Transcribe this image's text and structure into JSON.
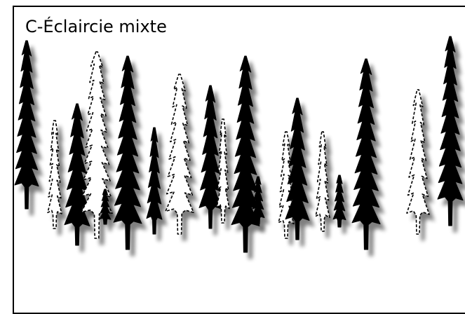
{
  "title": "C-Éclaircie mixte",
  "colors": {
    "kept_tree_fill": "#000000",
    "removed_tree_fill": "#ffffff",
    "removed_tree_stroke": "#000000",
    "shadow": "#9a9a9a"
  },
  "legend_semantics": {
    "solid_tree": "kept",
    "dashed_outline_tree": "removed"
  },
  "trees": [
    {
      "style": "solid"
    },
    {
      "style": "dashed"
    },
    {
      "style": "solid"
    },
    {
      "style": "dashed"
    },
    {
      "style": "solid"
    },
    {
      "style": "solid"
    },
    {
      "style": "solid"
    },
    {
      "style": "dashed"
    },
    {
      "style": "solid"
    },
    {
      "style": "dashed"
    },
    {
      "style": "solid"
    },
    {
      "style": "solid"
    },
    {
      "style": "dashed"
    },
    {
      "style": "solid"
    },
    {
      "style": "dashed"
    },
    {
      "style": "solid"
    },
    {
      "style": "solid"
    },
    {
      "style": "dashed"
    },
    {
      "style": "solid"
    }
  ]
}
